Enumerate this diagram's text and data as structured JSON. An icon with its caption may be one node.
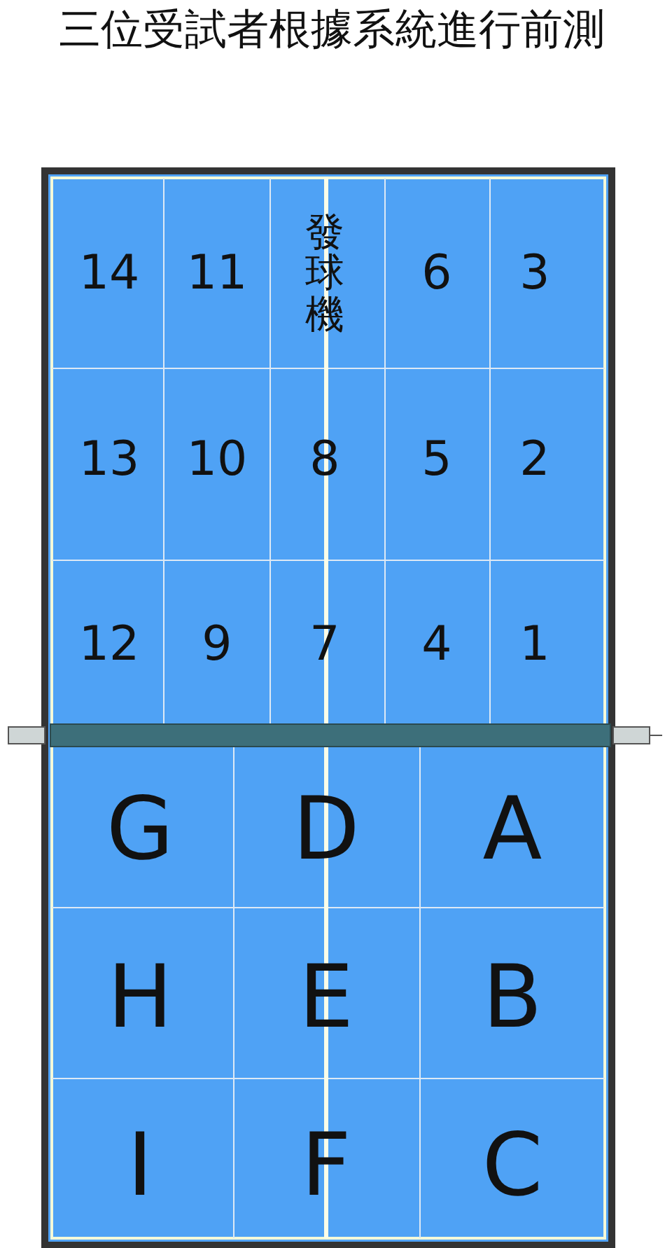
{
  "diagram": {
    "labels": [
      "三位受試者根據系統進行前測",
      "14",
      "11",
      "發球機",
      "6",
      "3",
      "13",
      "10",
      "8",
      "5",
      "2",
      "12",
      "9",
      "7",
      "4",
      "1",
      "G",
      "D",
      "A",
      "H",
      "E",
      "B",
      "I",
      "F",
      "C"
    ]
  }
}
